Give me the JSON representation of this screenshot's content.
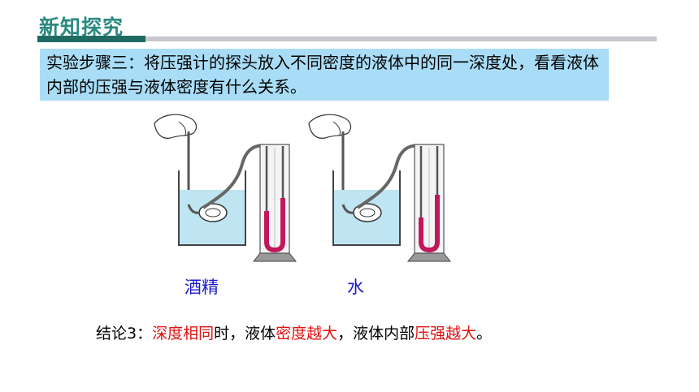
{
  "header": {
    "title": "新知探究"
  },
  "step": {
    "text": "实验步骤三：将压强计的探头放入不同密度的液体中的同一深度处，看看液体内部的压强与液体密度有什么关系。"
  },
  "figure": {
    "left_label": "酒精",
    "right_label": "水"
  },
  "conclusion": {
    "prefix": "结论3：",
    "red1": "深度相同",
    "mid1": "时，液体",
    "red2": "密度越大",
    "mid2": "，液体内部",
    "red3": "压强越大",
    "suffix": "。"
  },
  "colors": {
    "title": "#2a8a80",
    "step_box": "#a9ddf7",
    "label": "#1a1ad0",
    "highlight": "#e01010"
  }
}
